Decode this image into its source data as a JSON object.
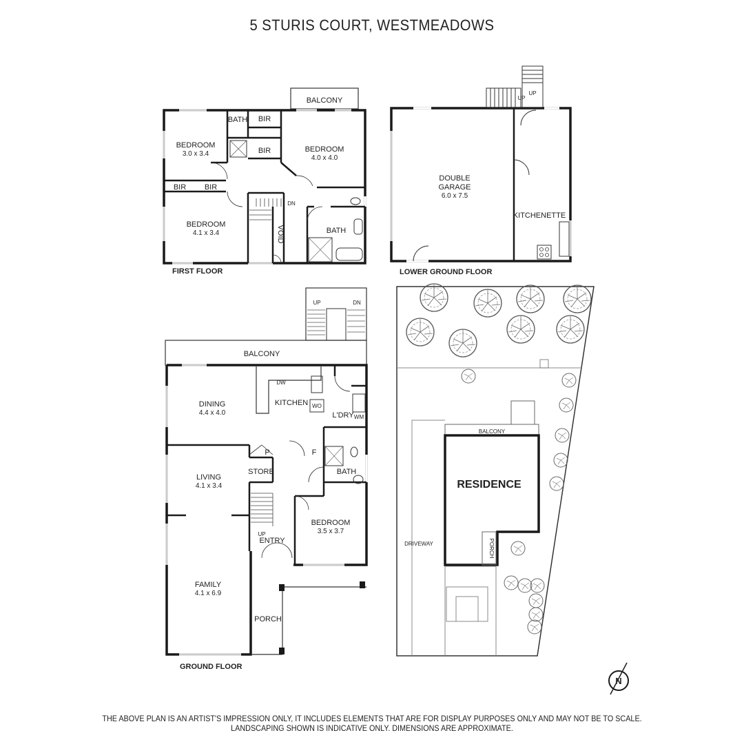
{
  "title": "5 STURIS COURT, WESTMEADOWS",
  "disclaimer": {
    "line1": "THE ABOVE PLAN IS AN ARTIST'S IMPRESSION ONLY, IT INCLUDES ELEMENTS THAT ARE FOR DISPLAY PURPOSES ONLY AND MAY NOT BE TO SCALE.",
    "line2": "LANDSCAPING SHOWN IS INDICATIVE ONLY. DIMENSIONS ARE APPROXIMATE."
  },
  "first_floor": {
    "label": "FIRST FLOOR",
    "balcony": "BALCONY",
    "bath_small": "BATH",
    "bir": "BIR",
    "bedroom": "BEDROOM",
    "bedroom1_dim": "3.0 x 3.4",
    "bedroom2_dim": "4.0 x 4.0",
    "bedroom3_dim": "4.1 x 3.4",
    "void": "VOID",
    "bath": "BATH",
    "dn": "DN"
  },
  "lower_ground": {
    "label": "LOWER GROUND FLOOR",
    "garage_l1": "DOUBLE",
    "garage_l2": "GARAGE",
    "garage_dim": "6.0 x 7.5",
    "kitchenette": "KITCHENETTE",
    "up": "UP"
  },
  "ground_floor": {
    "label": "GROUND FLOOR",
    "balcony": "BALCONY",
    "dining": "DINING",
    "dining_dim": "4.4 x 4.0",
    "kitchen": "KITCHEN",
    "dw": "DW",
    "wo": "WO",
    "ldry": "L'DRY",
    "wm": "WM",
    "p": "P",
    "f": "F",
    "store": "STORE",
    "bath": "BATH",
    "living": "LIVING",
    "living_dim": "4.1 x 3.4",
    "bedroom": "BEDROOM",
    "bedroom_dim": "3.5 x 3.7",
    "entry": "ENTRY",
    "up": "UP",
    "dn": "DN",
    "family": "FAMILY",
    "family_dim": "4.1 x 6.9",
    "porch": "PORCH"
  },
  "site": {
    "residence": "RESIDENCE",
    "balcony": "BALCONY",
    "driveway": "DRIVEWAY",
    "porch": "PORCH"
  },
  "compass": "N",
  "colors": {
    "wall": "#1a1a1a",
    "line": "#333333",
    "window": "#9a9a9a",
    "tree": "#555555",
    "background": "#ffffff"
  }
}
